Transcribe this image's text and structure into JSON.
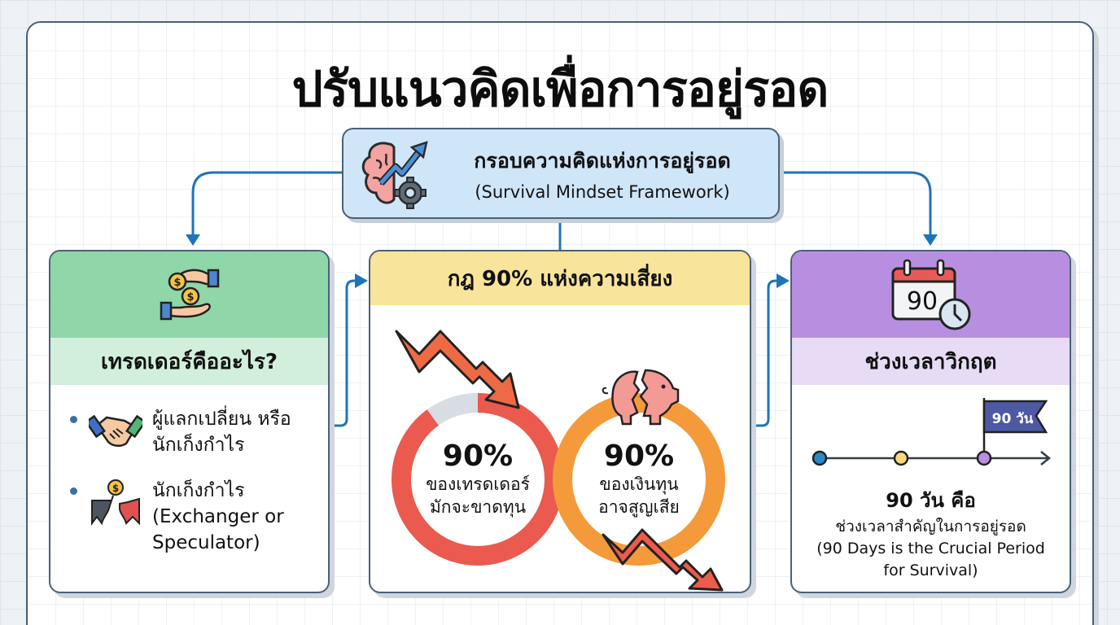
{
  "title": "ปรับแนวคิดเพื่อการอยู่รอด",
  "framework": {
    "title_th": "กรอบความคิดแห่งการอยู่รอด",
    "title_en": "(Survival Mindset Framework)",
    "icon": "brain-growth-gear-icon"
  },
  "left_card": {
    "icon": "hands-exchanging-coins-icon",
    "heading": "เทรดเดอร์คืออะไร?",
    "header_color": "#8fd6a8",
    "items": [
      {
        "icon": "handshake-icon",
        "line1": "ผู้แลกเปลี่ยน หรือ",
        "line2": "นักเก็งกำไร",
        "line3": ""
      },
      {
        "icon": "bull-bear-coin-icon",
        "line1": "นักเก็งกำไร",
        "line2": "(Exchanger or",
        "line3": "Speculator)"
      }
    ]
  },
  "mid_card": {
    "heading": "กฎ 90% แห่งความเสี่ยง",
    "header_color": "#f8e49a",
    "rings": [
      {
        "value": "90%",
        "line1": "ของเทรดเดอร์",
        "line2": "มักจะขาดทุน",
        "color": "#ea5a4f",
        "percent": 90
      },
      {
        "value": "90%",
        "line1": "ของเงินทุน",
        "line2": "อาจสูญเสีย",
        "color": "#f49a3a",
        "percent": 100
      }
    ],
    "icons": [
      "falling-arrow-icon",
      "broken-piggy-bank-icon",
      "falling-arrow-icon"
    ]
  },
  "right_card": {
    "icon": "calendar-90-clock-icon",
    "calendar_number": "90",
    "heading": "ช่วงเวลาวิกฤต",
    "header_color": "#b88fe0",
    "flag_label": "90 วัน",
    "caption_big": "90 วัน คือ",
    "caption_line1": "ช่วงเวลาสำคัญในการอยู่รอด",
    "caption_line2": "(90 Days is the Crucial Period",
    "caption_line3": "for Survival)"
  },
  "colors": {
    "connector": "#1f74b8",
    "border": "#4b6079",
    "framework_bg": "#cfe5f8"
  }
}
